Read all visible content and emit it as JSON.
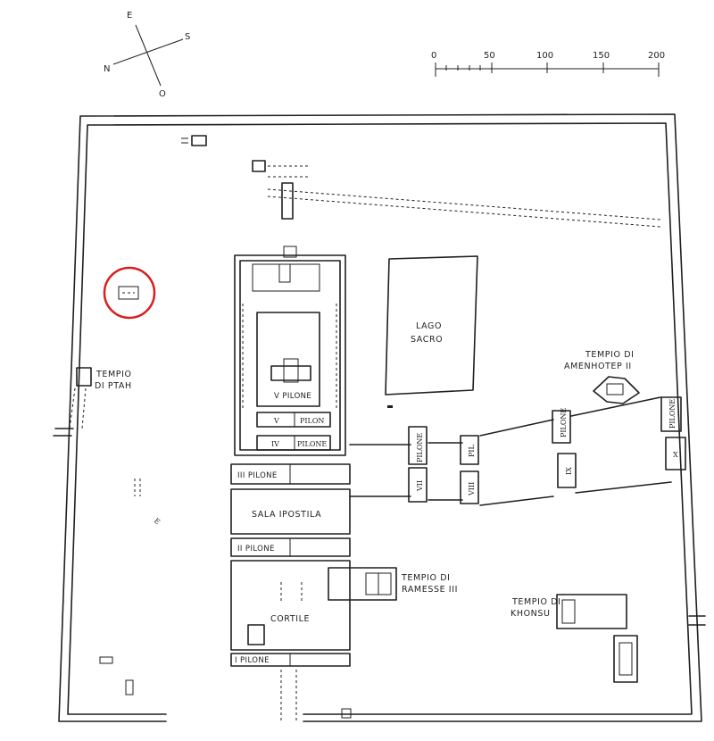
{
  "compass": {
    "east": "E",
    "south": "S",
    "north": "N",
    "west": "O"
  },
  "scale_bar": {
    "ticks": [
      "0",
      "50",
      "100",
      "150",
      "200"
    ]
  },
  "labels": {
    "tempio_ptah_1": "TEMPIO",
    "tempio_ptah_2": "DI PTAH",
    "lago_1": "LAGO",
    "lago_2": "SACRO",
    "amenhotep_1": "TEMPIO DI",
    "amenhotep_2": "AMENHOTEP II",
    "v_pilone_inner": "V PILONE",
    "v_label": "V",
    "pilon_small": "PILON",
    "iv_label": "IV",
    "pilone_small": "PILONE",
    "iii_pilone": "III PILONE",
    "sala_ipostila": "SALA IPOSTILA",
    "ii_pilone": "II PILONE",
    "cortile": "CORTILE",
    "i_pilone": "I PILONE",
    "ramesse_1": "TEMPIO DI",
    "ramesse_2": "RAMESSE III",
    "khonsu_1": "TEMPIO DI",
    "khonsu_2": "KHONSU",
    "pilone_vii_top": "PILONE",
    "vii": "VII",
    "pil_viii": "PIL",
    "viii": "VIII",
    "pilone_ix": "PILONE",
    "ix": "IX",
    "pilone_x": "PILONE",
    "x": "X",
    "e_marker": "E"
  },
  "highlight": {
    "color": "#d81e1e"
  }
}
